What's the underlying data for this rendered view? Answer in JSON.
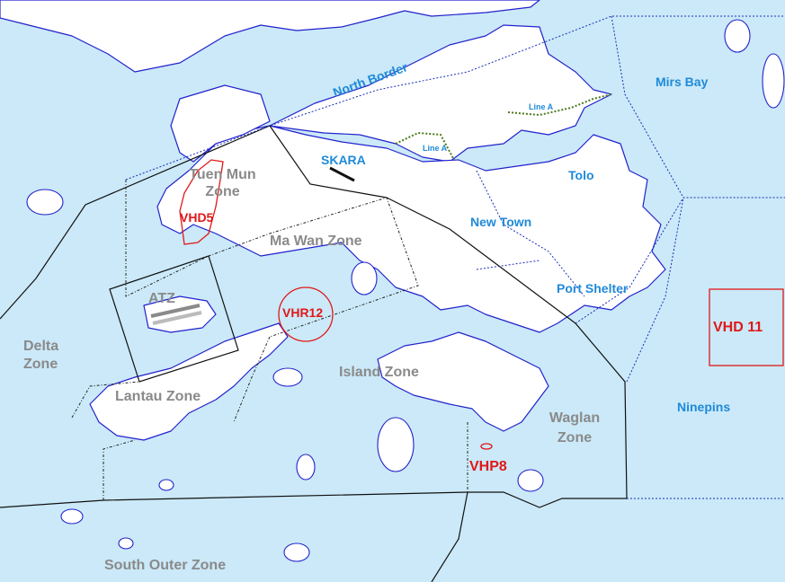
{
  "colors": {
    "sea": "#cbe9f8",
    "land": "#ffffff",
    "coastline": "#2222cc",
    "zone_boundary": "#111111",
    "line_a": "#4a7a1a",
    "restricted_area": "#e01818",
    "zone_label": "#8a8a8a",
    "area_label": "#1f8ad8"
  },
  "labels": {
    "north_border": "North Border",
    "mirs_bay": "Mirs Bay",
    "line_a_1": "Line A",
    "line_a_2": "Line A",
    "skara": "SKARA",
    "tolo": "Tolo",
    "tuen_mun_zone": "Tuen Mun Zone",
    "vhd5": "VHD5",
    "new_town": "New Town",
    "ma_wan_zone": "Ma Wan Zone",
    "atz": "ATZ",
    "port_shelter": "Port Shelter",
    "vhr12": "VHR12",
    "vhd11": "VHD 11",
    "delta_zone": "Delta Zone",
    "island_zone": "Island Zone",
    "lantau_zone": "Lantau Zone",
    "ninepins": "Ninepins",
    "waglan_zone": "Waglan Zone",
    "vhp8": "VHP8",
    "south_outer_zone": "South Outer Zone"
  }
}
